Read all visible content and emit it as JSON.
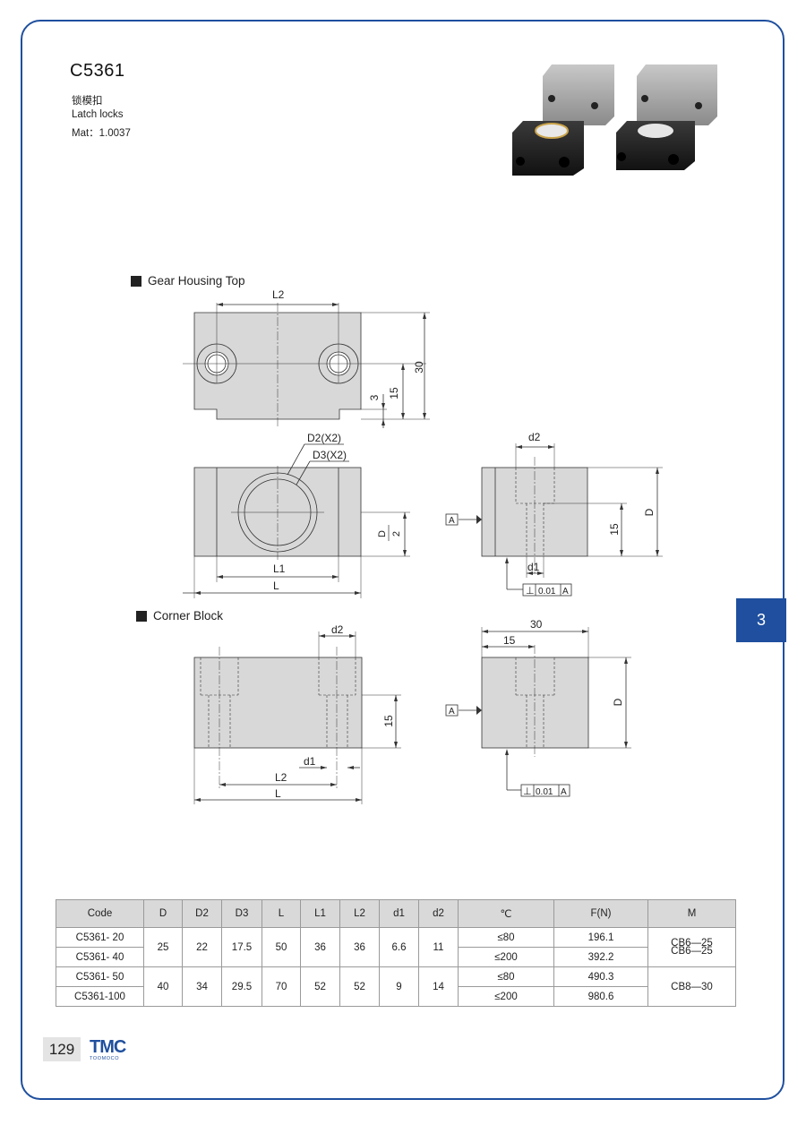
{
  "header": {
    "code": "C5361",
    "name_cn": "锁模扣",
    "name_en": "Latch locks",
    "material": "Mat：1.0037"
  },
  "chapter_tab": "3",
  "sections": {
    "gear_housing_top": "Gear Housing Top",
    "corner_block": "Corner Block"
  },
  "dims": {
    "L2": "L2",
    "n30": "30",
    "n15": "15",
    "n3": "3",
    "D2": "D2(X2)",
    "D3": "D3(X2)",
    "L1": "L1",
    "L": "L",
    "D_num": "D",
    "D_den": "2",
    "d2": "d2",
    "d1": "d1",
    "D": "D",
    "A": "A",
    "perp": "⊥",
    "tol": "0.01"
  },
  "table": {
    "headers": [
      "Code",
      "D",
      "D2",
      "D3",
      "L",
      "L1",
      "L2",
      "d1",
      "d2",
      "℃",
      "F(N)",
      "M"
    ],
    "rows": [
      {
        "code": "C5361- 20",
        "temp": "≤80",
        "force": "196.1"
      },
      {
        "code": "C5361- 40",
        "temp": "≤200",
        "force": "392.2"
      },
      {
        "code": "C5361- 50",
        "temp": "≤80",
        "force": "490.3"
      },
      {
        "code": "C5361-100",
        "temp": "≤200",
        "force": "980.6"
      }
    ],
    "group1": {
      "D": "25",
      "D2": "22",
      "D3": "17.5",
      "L": "50",
      "L1": "36",
      "L2": "36",
      "d1": "6.6",
      "d2": "11",
      "M_a": "CB6—25",
      "M_b": "CB6—25"
    },
    "group2": {
      "D": "40",
      "D2": "34",
      "D3": "29.5",
      "L": "70",
      "L1": "52",
      "L2": "52",
      "d1": "9",
      "d2": "14",
      "M": "CB8—30"
    }
  },
  "footer": {
    "page": "129",
    "logo": "TMC",
    "logo_sub": "TOOMOCO"
  },
  "colors": {
    "accent": "#1f4f9e",
    "part_fill": "#d8d8d8",
    "table_header": "#d9d9d9"
  }
}
